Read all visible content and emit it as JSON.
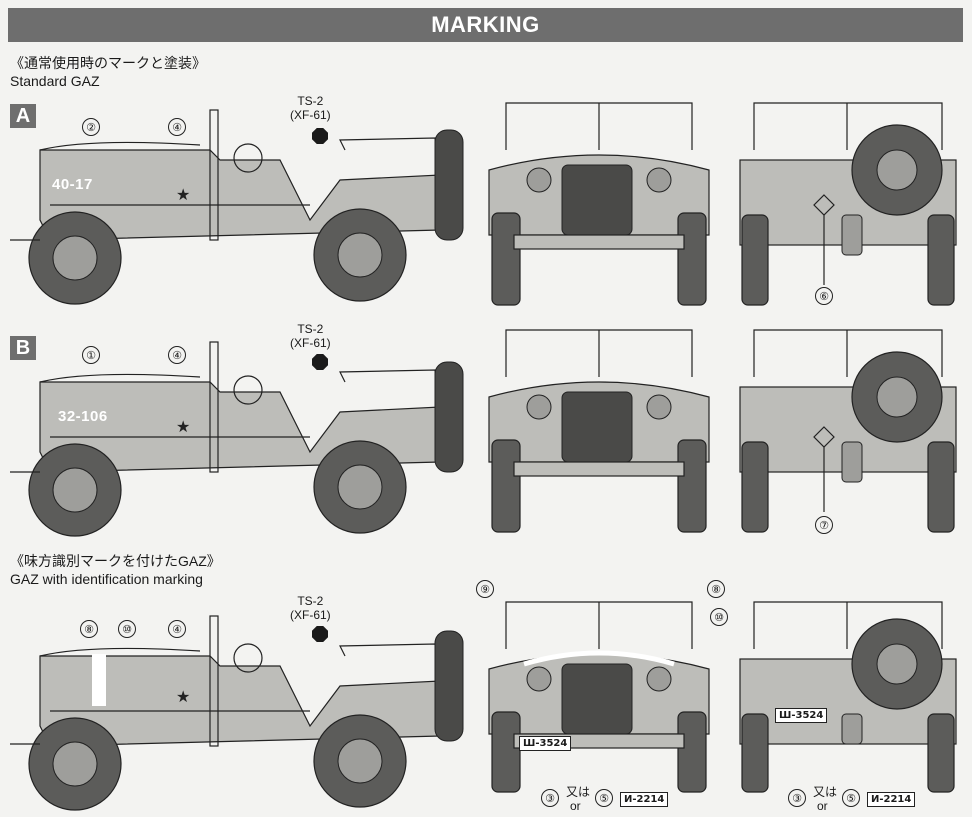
{
  "header": {
    "title": "MARKING"
  },
  "sections": {
    "standard": {
      "jp": "《通常使用時のマークと塗装》",
      "en": "Standard GAZ"
    },
    "ident": {
      "jp": "《味方識別マークを付けたGAZ》",
      "en": "GAZ with identification marking"
    }
  },
  "variants": [
    {
      "label": "A",
      "paint_code": "TS-2",
      "paint_sub": "(XF-61)",
      "side_number": "40-17",
      "callouts": [
        "②",
        "④",
        "⑥"
      ]
    },
    {
      "label": "B",
      "paint_code": "TS-2",
      "paint_sub": "(XF-61)",
      "side_number": "32-106",
      "callouts": [
        "①",
        "④",
        "⑦"
      ]
    },
    {
      "label": "",
      "paint_code": "TS-2",
      "paint_sub": "(XF-61)",
      "side_number": "",
      "callouts": [
        "⑧",
        "⑩",
        "④",
        "⑨",
        "⑧",
        "⑩",
        "③",
        "⑤",
        "③",
        "⑤"
      ]
    }
  ],
  "plates": {
    "front": "Ш-3524",
    "rear": "Ш-3524",
    "alt": "И-2214"
  },
  "or_jp": "又は",
  "or_en": "or",
  "colors": {
    "header": "#6e6e6e",
    "body": "#bdbdb9",
    "tire": "#5c5c5a"
  }
}
